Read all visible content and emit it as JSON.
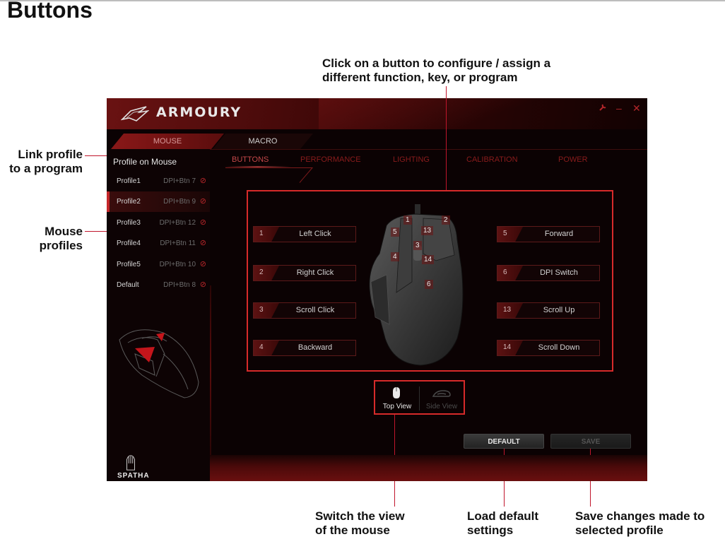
{
  "page": {
    "title": "Buttons"
  },
  "annotations": {
    "link_profile": [
      "Link profile",
      "to a program"
    ],
    "mouse_profiles": [
      "Mouse",
      "profiles"
    ],
    "click_button": [
      "Click on a button to configure / assign a",
      "different function, key, or program"
    ],
    "switch_view": [
      "Switch the view",
      "of the mouse"
    ],
    "load_default": [
      "Load default",
      "settings"
    ],
    "save_changes": [
      "Save changes made to",
      "selected profile"
    ]
  },
  "app": {
    "brand": "ARMOURY",
    "window_controls": {
      "settings": "settings-icon",
      "minimize": "–",
      "close": "✕"
    },
    "main_tabs": [
      {
        "label": "MOUSE",
        "active": true
      },
      {
        "label": "MACRO",
        "active": false
      }
    ],
    "sub_tabs": [
      {
        "label": "BUTTONS",
        "active": true
      },
      {
        "label": "PERFORMANCE",
        "active": false
      },
      {
        "label": "LIGHTING",
        "active": false
      },
      {
        "label": "CALIBRATION",
        "active": false
      },
      {
        "label": "POWER",
        "active": false
      }
    ],
    "sidebar": {
      "heading": "Profile on Mouse",
      "profiles": [
        {
          "name": "Profile1",
          "shortcut": "DPI+Btn 7",
          "active": false
        },
        {
          "name": "Profile2",
          "shortcut": "DPI+Btn 9",
          "active": true
        },
        {
          "name": "Profile3",
          "shortcut": "DPI+Btn 12",
          "active": false
        },
        {
          "name": "Profile4",
          "shortcut": "DPI+Btn 11",
          "active": false
        },
        {
          "name": "Profile5",
          "shortcut": "DPI+Btn 10",
          "active": false
        },
        {
          "name": "Default",
          "shortcut": "DPI+Btn 8",
          "active": false
        }
      ],
      "link_icon": "🔗",
      "model": "SPATHA"
    },
    "assignments_left": [
      {
        "num": "1",
        "label": "Left Click"
      },
      {
        "num": "2",
        "label": "Right Click"
      },
      {
        "num": "3",
        "label": "Scroll Click"
      },
      {
        "num": "4",
        "label": "Backward"
      }
    ],
    "assignments_right": [
      {
        "num": "5",
        "label": "Forward"
      },
      {
        "num": "6",
        "label": "DPI Switch"
      },
      {
        "num": "13",
        "label": "Scroll Up"
      },
      {
        "num": "14",
        "label": "Scroll Down"
      }
    ],
    "mouse_labels": [
      "1",
      "2",
      "13",
      "5",
      "3",
      "4",
      "14",
      "6"
    ],
    "views": [
      {
        "label": "Top View",
        "active": true
      },
      {
        "label": "Side View",
        "active": false
      }
    ],
    "buttons": {
      "default": "DEFAULT",
      "save": "SAVE"
    },
    "colors": {
      "accent": "#c4272a",
      "background": "#0b0203",
      "callout": "#d62a2a"
    }
  }
}
